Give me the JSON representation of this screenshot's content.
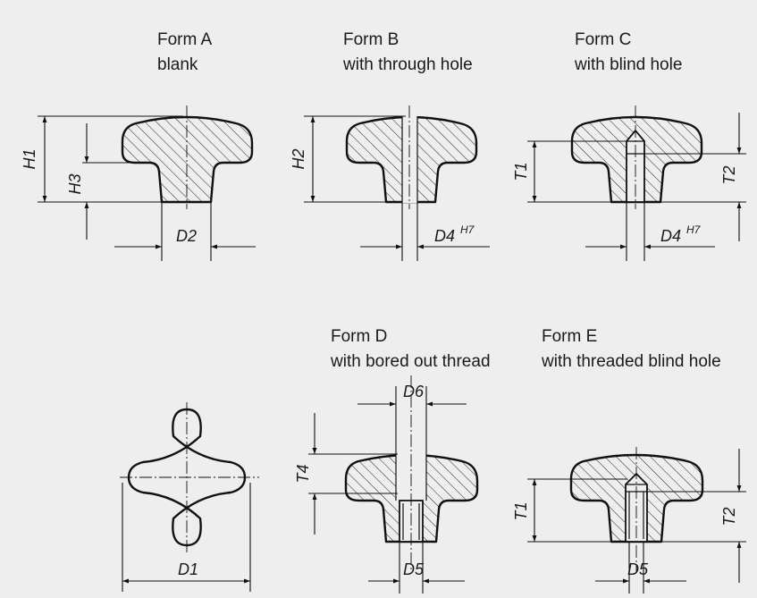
{
  "forms": {
    "a": {
      "name": "Form A",
      "desc": "blank"
    },
    "b": {
      "name": "Form B",
      "desc": "with through hole"
    },
    "c": {
      "name": "Form C",
      "desc": "with blind hole"
    },
    "d": {
      "name": "Form D",
      "desc": "with bored out thread"
    },
    "e": {
      "name": "Form E",
      "desc": "with threaded blind hole"
    }
  },
  "dims": {
    "h1": "H1",
    "h2": "H2",
    "h3": "H3",
    "t1": "T1",
    "t2": "T2",
    "t4": "T4",
    "d1": "D1",
    "d2": "D2",
    "d4": "D4",
    "h7": "H7",
    "d5": "D5",
    "d6": "D6"
  }
}
